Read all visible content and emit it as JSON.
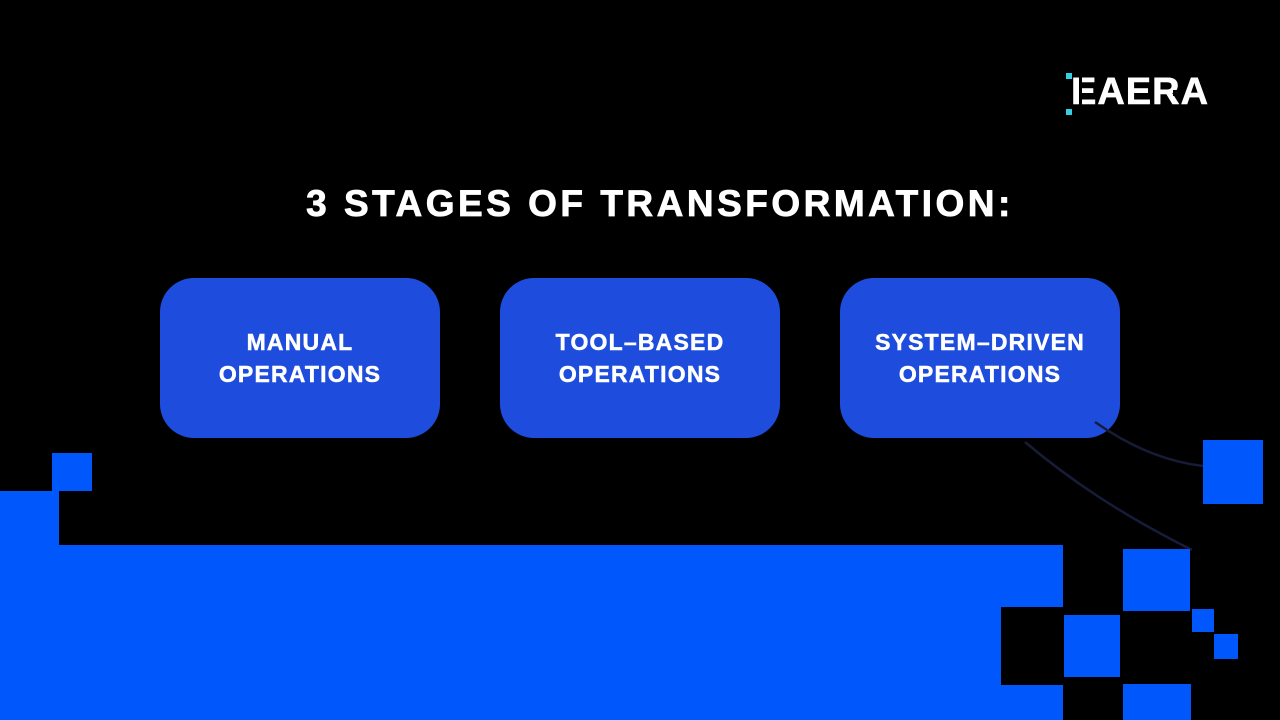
{
  "logo": {
    "text": "EAERA",
    "accent_color": "#35cfe3"
  },
  "title": {
    "text": "3 STAGES OF TRANSFORMATION:"
  },
  "stages": [
    {
      "lines": [
        "MANUAL",
        "OPERATIONS"
      ]
    },
    {
      "lines": [
        "TOOL–BASED",
        "OPERATIONS"
      ]
    },
    {
      "lines": [
        "SYSTEM–DRIVEN",
        "OPERATIONS"
      ]
    }
  ],
  "colors": {
    "background": "#000000",
    "card_blue": "#1e4dde",
    "pixel_blue": "#0057fb",
    "accent_cyan": "#35cfe3",
    "text_white": "#ffffff"
  }
}
